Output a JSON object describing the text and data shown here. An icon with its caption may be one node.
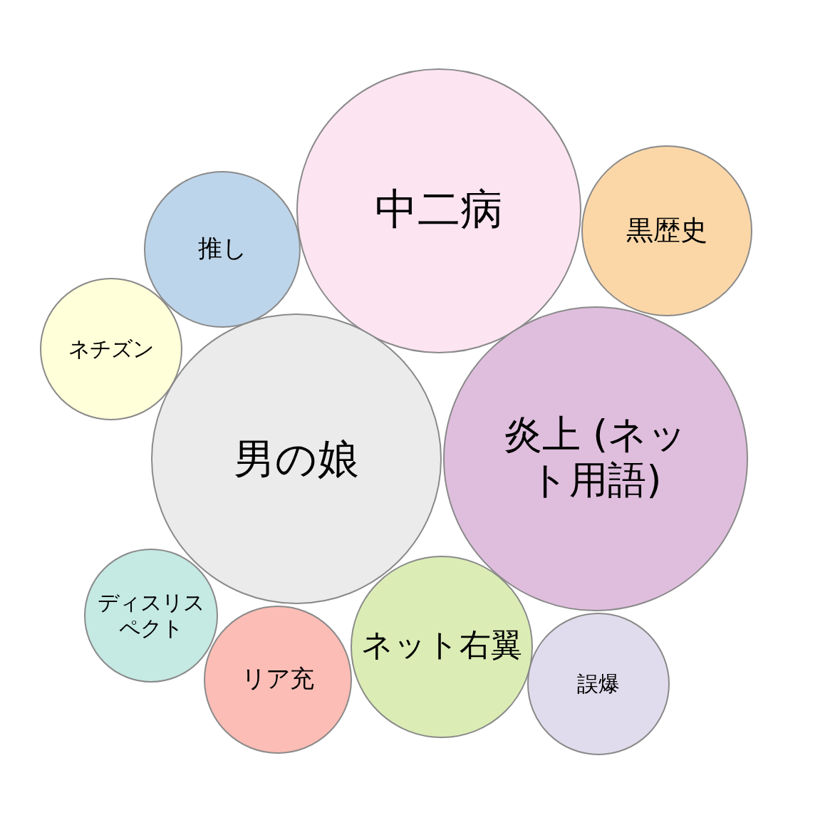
{
  "diagram": {
    "nodes": [
      {
        "text": [
          "中二病"
        ]
      },
      {
        "text": [
          "黒歴史"
        ]
      },
      {
        "text": [
          "推し"
        ]
      },
      {
        "text": [
          "ネチズン"
        ]
      },
      {
        "text": [
          "男の娘"
        ]
      },
      {
        "text": [
          "炎上 (ネット用語)"
        ]
      },
      {
        "text": [
          "ディスリスペクト"
        ]
      },
      {
        "text": [
          "ネット右翼"
        ]
      },
      {
        "text": [
          "リア充"
        ]
      },
      {
        "text": [
          "誤爆"
        ]
      }
    ]
  }
}
